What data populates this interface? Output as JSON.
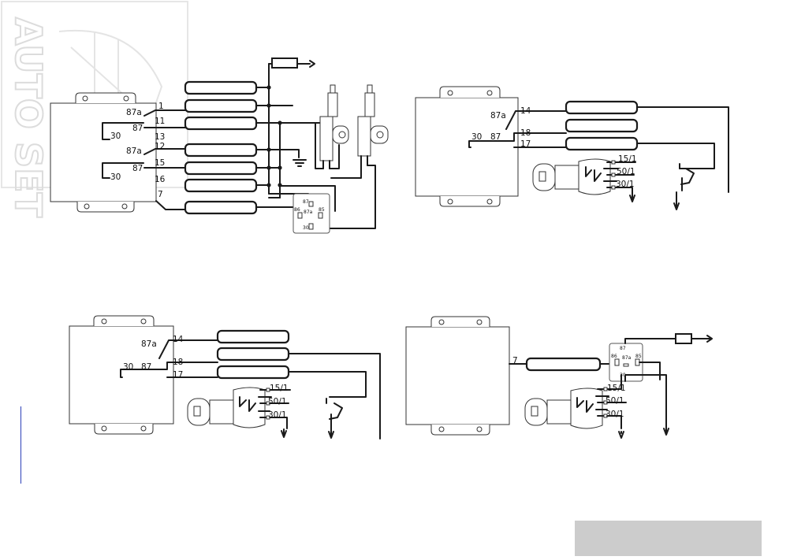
{
  "watermark": {
    "text": "AUTO SET"
  },
  "panel_a": {
    "relay_labels": [
      "87a",
      "87",
      "30",
      "87a",
      "87",
      "30"
    ],
    "wire_numbers": [
      "1",
      "11",
      "13",
      "12",
      "15",
      "16",
      "7"
    ],
    "relay_pins": [
      "87",
      "86",
      "87a",
      "85",
      "30"
    ]
  },
  "panel_b": {
    "relay_labels": [
      "87a",
      "30",
      "87"
    ],
    "wire_numbers": [
      "14",
      "18",
      "17"
    ],
    "switch_labels": [
      "15/1",
      "50/1",
      "30/1"
    ]
  },
  "panel_c": {
    "relay_labels": [
      "87a",
      "30",
      "87"
    ],
    "wire_numbers": [
      "14",
      "18",
      "17"
    ],
    "switch_labels": [
      "15/1",
      "50/1",
      "30/1"
    ]
  },
  "panel_d": {
    "wire_numbers": [
      "7"
    ],
    "relay_pins": [
      "87",
      "86",
      "87a",
      "85",
      "30"
    ],
    "switch_labels": [
      "15/1",
      "50/1",
      "30/1"
    ]
  },
  "colors": {
    "line": "#1a1a1a",
    "footer_bar": "#cccccc",
    "margin_line": "#2c3fb8"
  }
}
